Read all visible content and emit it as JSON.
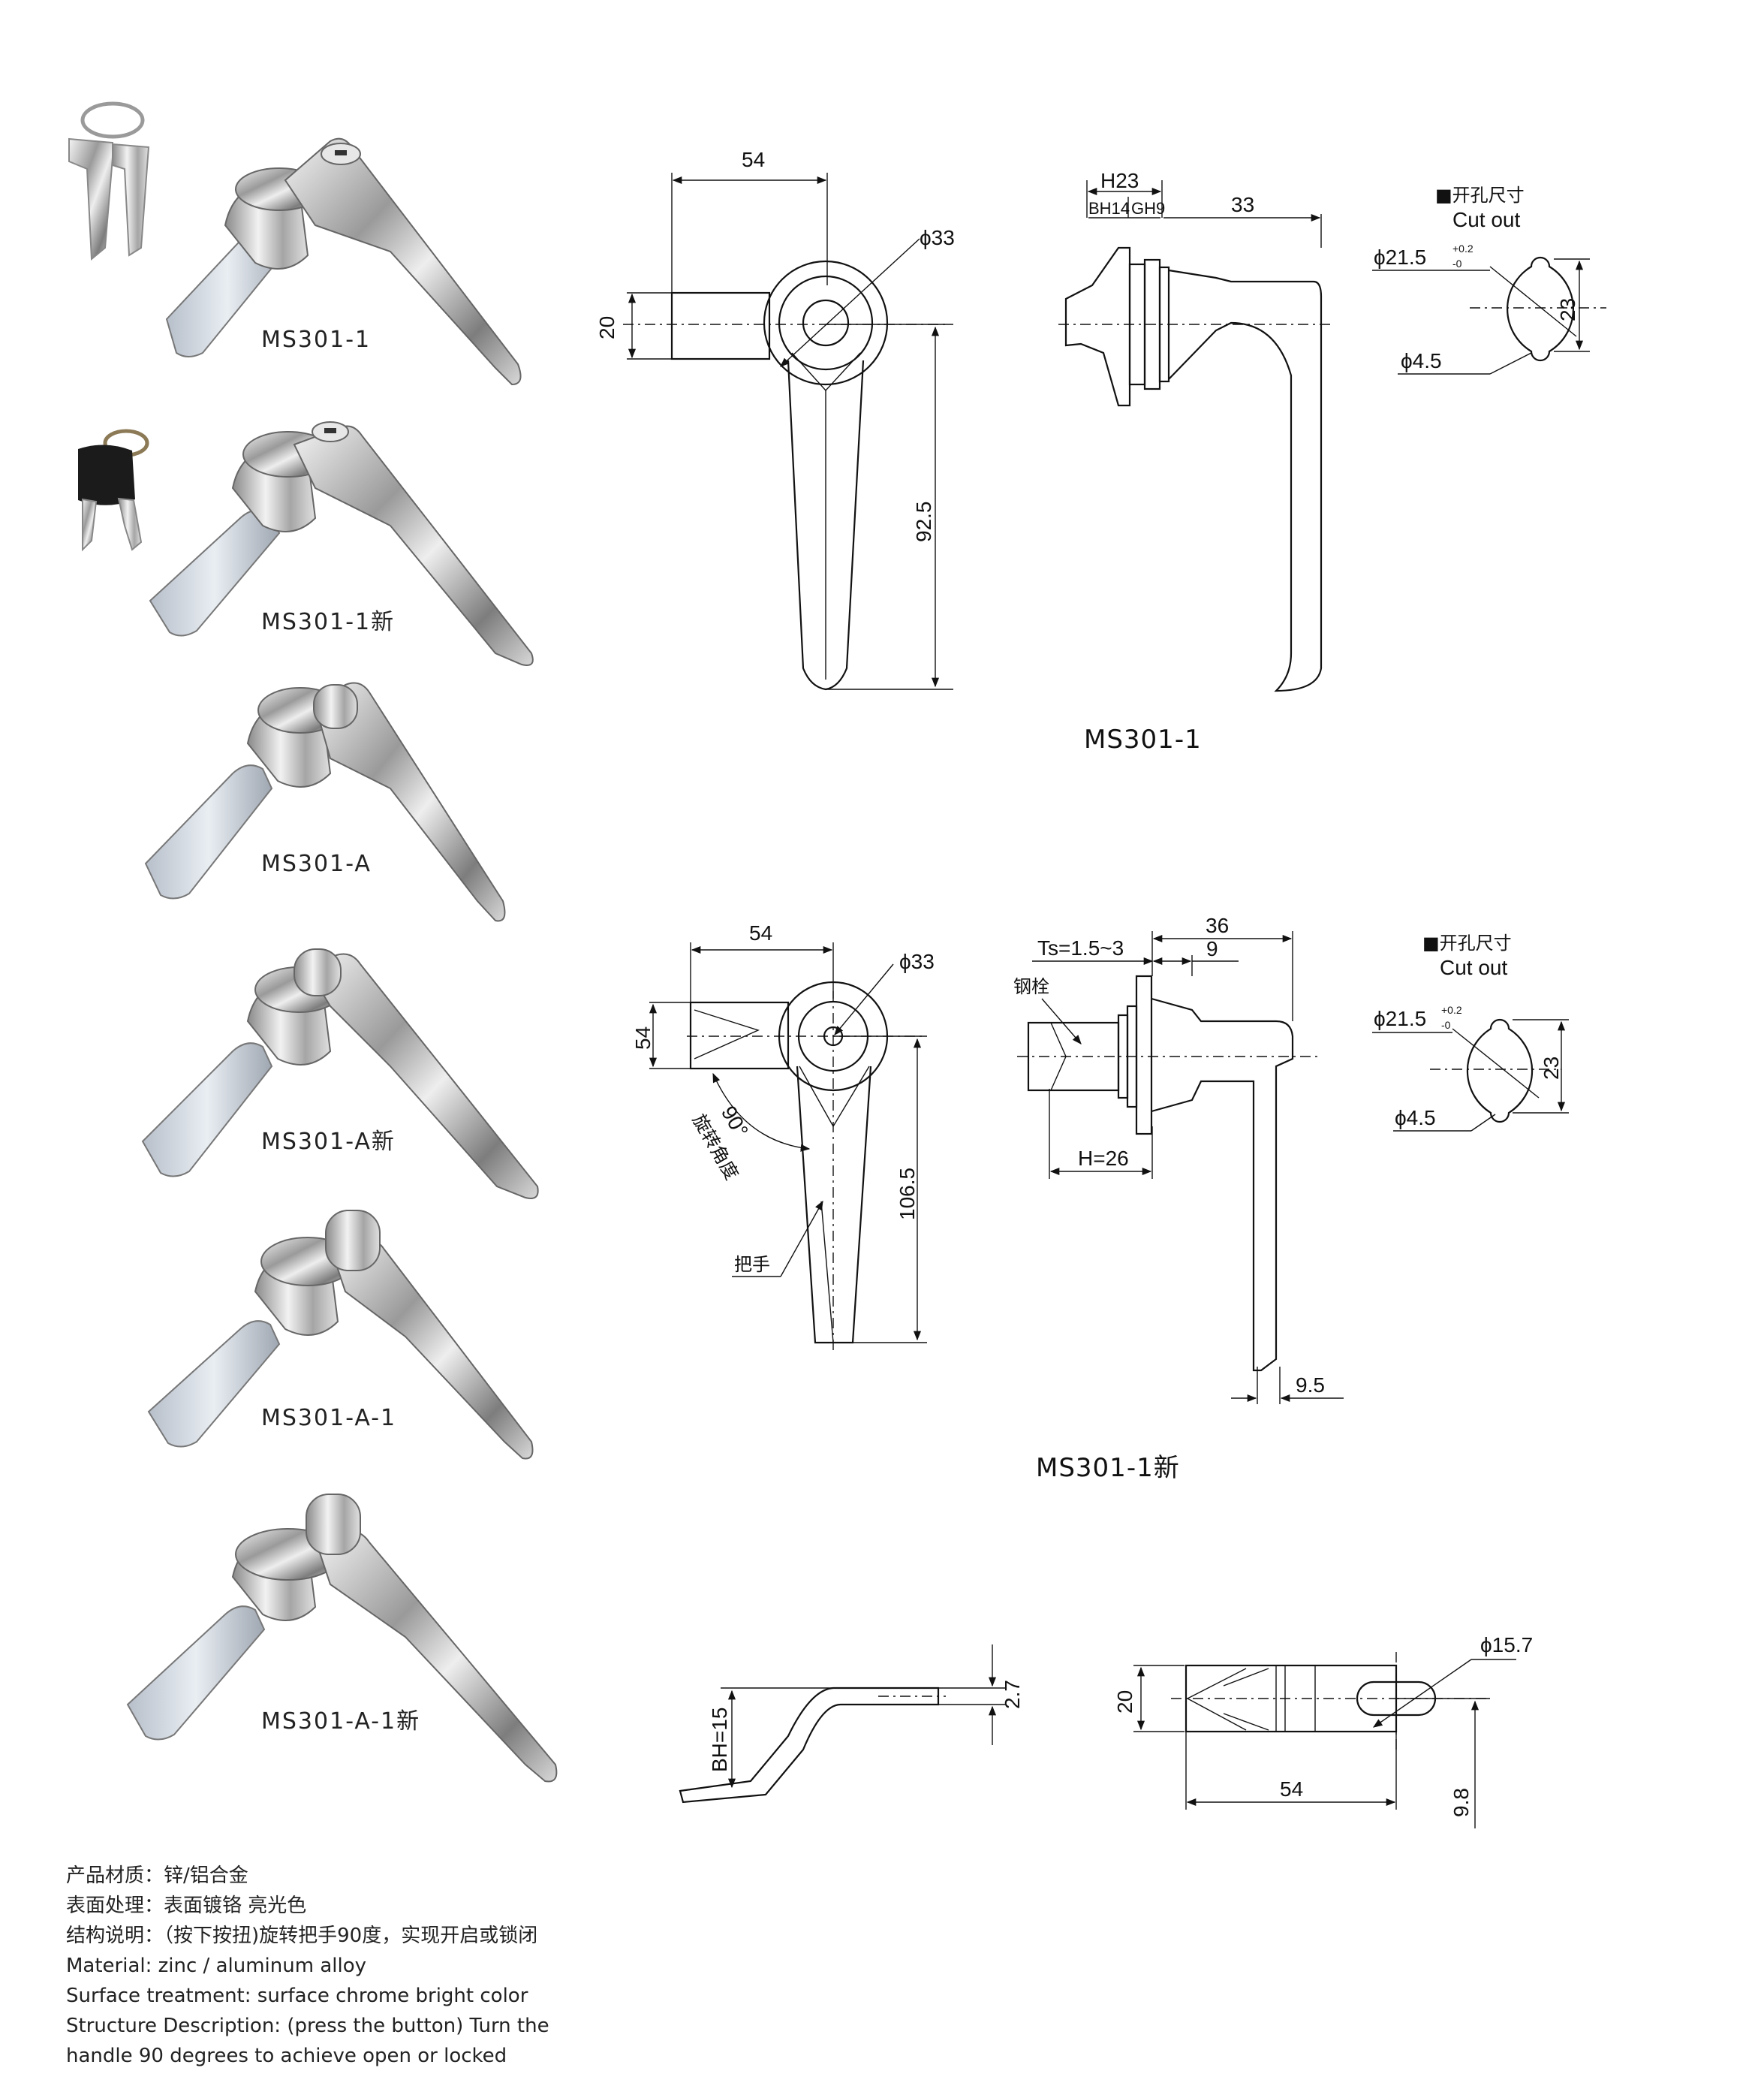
{
  "products": [
    {
      "label": "MS301-1"
    },
    {
      "label": "MS301-1新"
    },
    {
      "label": "MS301-A"
    },
    {
      "label": "MS301-A新"
    },
    {
      "label": "MS301-A-1"
    },
    {
      "label": "MS301-A-1新"
    }
  ],
  "drawing1": {
    "title": "MS301-1",
    "dims": {
      "width": "54",
      "dia": "ϕ33",
      "left_h": "20",
      "length": "92.5",
      "h23": "H23",
      "bh14": "BH14",
      "gh9": "GH9",
      "depth": "33"
    },
    "cutout": {
      "heading": "■开孔尺寸",
      "heading_en": "Cut out",
      "dia": "ϕ21.5",
      "tol_up": "+0.2",
      "tol_down": "-0",
      "small_dia": "ϕ4.5",
      "height": "23"
    }
  },
  "drawing2": {
    "title": "MS301-1新",
    "dims": {
      "width": "54",
      "dia": "ϕ33",
      "left_h": "54",
      "length": "106.5",
      "angle": "90°",
      "angle_cn": "旋转角度",
      "handle": "把手",
      "ts": "Ts=1.5~3",
      "nine": "9",
      "thirtysix": "36",
      "bolt": "钢栓",
      "h26": "H=26",
      "ninefive": "9.5"
    },
    "cutout": {
      "heading": "■开孔尺寸",
      "heading_en": "Cut out",
      "dia": "ϕ21.5",
      "tol_up": "+0.2",
      "tol_down": "-0",
      "small_dia": "ϕ4.5",
      "height": "23"
    }
  },
  "drawing3": {
    "dims": {
      "bh": "BH=15",
      "t": "2.7",
      "dia": "ϕ15.7",
      "h": "20",
      "w": "54",
      "off": "9.8"
    }
  },
  "notes": [
    "产品材质：锌/铝合金",
    "表面处理：表面镀铬 亮光色",
    "结构说明：（按下按扭)旋转把手90度，实现开启或锁闭",
    "Material: zinc / aluminum alloy",
    "Surface treatment: surface chrome bright color",
    "Structure Description: (press the button) Turn the",
    "handle 90 degrees to achieve open or locked"
  ]
}
